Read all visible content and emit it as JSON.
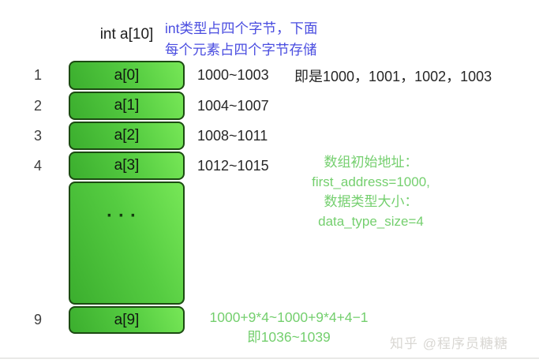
{
  "title": "int a[10]",
  "blue_note": {
    "line1": "int类型占四个字节，下面",
    "line2": "每个元素占四个字节存储"
  },
  "rows": [
    {
      "index": "1",
      "cell": "a[0]",
      "address": "1000~1003",
      "address_note": "即是1000，1001，1002，1003"
    },
    {
      "index": "2",
      "cell": "a[1]",
      "address": "1004~1007"
    },
    {
      "index": "3",
      "cell": "a[2]",
      "address": "1008~1011"
    },
    {
      "index": "4",
      "cell": "a[3]",
      "address": "1012~1015"
    },
    {
      "index": "",
      "cell": "···",
      "address": ""
    },
    {
      "index": "9",
      "cell": "a[9]",
      "address": ""
    }
  ],
  "green_params": {
    "line1": "数组初始地址：",
    "line2": "first_address=1000,",
    "line3": "数据类型大小：",
    "line4": "data_type_size=4"
  },
  "green_calc": {
    "line1": "1000+9*4~1000+9*4+4−1",
    "line2": "即1036~1039"
  },
  "watermark": "知乎 @程序员糖糖",
  "colors": {
    "blue_text": "#4a4de0",
    "green_text": "#74cf6e",
    "box_gradient_dark": "#3bae2e",
    "box_gradient_light": "#77e757",
    "box_border": "#1c4a12",
    "black_text": "#262626",
    "watermark_gray": "#d9d7d3"
  }
}
